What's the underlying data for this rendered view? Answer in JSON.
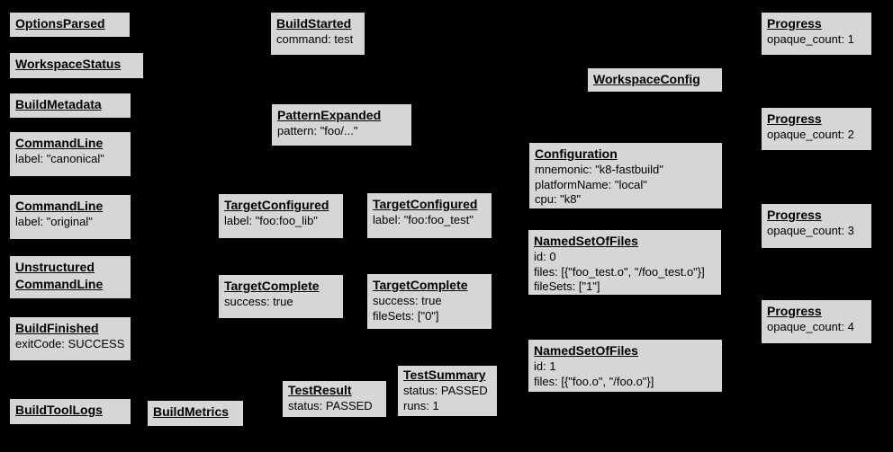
{
  "canvas": {
    "background": "#000000",
    "box_fill": "#d6d6d6",
    "box_border": "#000000",
    "text_color": "#000000"
  },
  "nodes": [
    {
      "title": "OptionsParsed",
      "lines": []
    },
    {
      "title": "WorkspaceStatus",
      "lines": []
    },
    {
      "title": "BuildMetadata",
      "lines": []
    },
    {
      "title": "CommandLine",
      "lines": [
        "label: \"canonical\""
      ]
    },
    {
      "title": "CommandLine",
      "lines": [
        "label: \"original\""
      ]
    },
    {
      "title": "Unstructured CommandLine",
      "lines": []
    },
    {
      "title": "BuildFinished",
      "lines": [
        "exitCode: SUCCESS"
      ]
    },
    {
      "title": "BuildToolLogs",
      "lines": []
    },
    {
      "title": "BuildStarted",
      "lines": [
        "command: test"
      ]
    },
    {
      "title": "PatternExpanded",
      "lines": [
        "pattern: \"foo/...\""
      ]
    },
    {
      "title": "TargetConfigured",
      "lines": [
        "label: \"foo:foo_lib\""
      ]
    },
    {
      "title": "TargetComplete",
      "lines": [
        "success: true"
      ]
    },
    {
      "title": "TestResult",
      "lines": [
        "status: PASSED"
      ]
    },
    {
      "title": "BuildMetrics",
      "lines": []
    },
    {
      "title": "TargetConfigured",
      "lines": [
        "label: \"foo:foo_test\""
      ]
    },
    {
      "title": "TargetComplete",
      "lines": [
        "success: true",
        "fileSets: [\"0\"]"
      ]
    },
    {
      "title": "TestSummary",
      "lines": [
        "status: PASSED",
        "runs: 1"
      ]
    },
    {
      "title": "WorkspaceConfig",
      "lines": []
    },
    {
      "title": "Configuration",
      "lines": [
        "mnemonic: \"k8-fastbuild\"",
        "platformName: \"local\"",
        "cpu: \"k8\""
      ]
    },
    {
      "title": "NamedSetOfFiles",
      "lines": [
        "id: 0",
        "files: [{\"foo_test.o\", \"/foo_test.o\"}]",
        "fileSets: [\"1\"]"
      ]
    },
    {
      "title": "NamedSetOfFiles",
      "lines": [
        "id: 1",
        "files: [{\"foo.o\", \"/foo.o\"}]"
      ]
    },
    {
      "title": "Progress",
      "lines": [
        "opaque_count: 1"
      ]
    },
    {
      "title": "Progress",
      "lines": [
        "opaque_count: 2"
      ]
    },
    {
      "title": "Progress",
      "lines": [
        "opaque_count: 3"
      ]
    },
    {
      "title": "Progress",
      "lines": [
        "opaque_count: 4"
      ]
    }
  ]
}
